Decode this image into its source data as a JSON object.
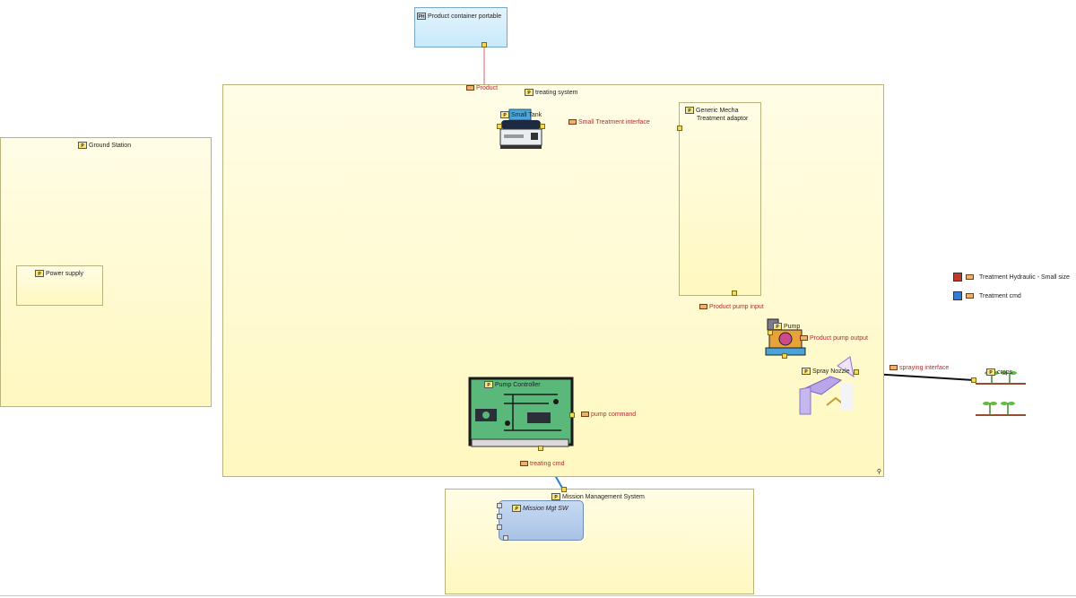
{
  "components": {
    "product_container": "Product container portable",
    "treating_system": "treating system",
    "ground_station": "Ground Station",
    "power_supply": "Power supply",
    "small_tank": "Small Tank",
    "generic_mecha_line1": "Generic Mecha",
    "generic_mecha_line2": "Treatment adaptor",
    "pump": "Pump",
    "spray_nozzle": "Spray Nozzle",
    "pump_controller": "Pump Controller",
    "crops": "crops",
    "mission_mgmt": "Mission Management System",
    "mission_sw": "Mission Mgt SW"
  },
  "exchanges": {
    "product": "Product",
    "small_treatment_interface": "Small Treatment interface",
    "product_pump_input": "Product pump input",
    "product_pump_output": "Product pump output",
    "spraying_interface": "spraying interface",
    "pump_command": "pump command",
    "treating_cmd": "treating cmd"
  },
  "legend": [
    {
      "label": "Treatment Hydraulic - Small size",
      "color": "#c0392b"
    },
    {
      "label": "Treatment cmd",
      "color": "#2e7dd7"
    }
  ],
  "icons": [
    "part-tag-icon",
    "exchange-tag-icon",
    "tank-icon",
    "pump-icon",
    "spray-nozzle-icon",
    "circuit-board-icon",
    "crops-icon"
  ]
}
